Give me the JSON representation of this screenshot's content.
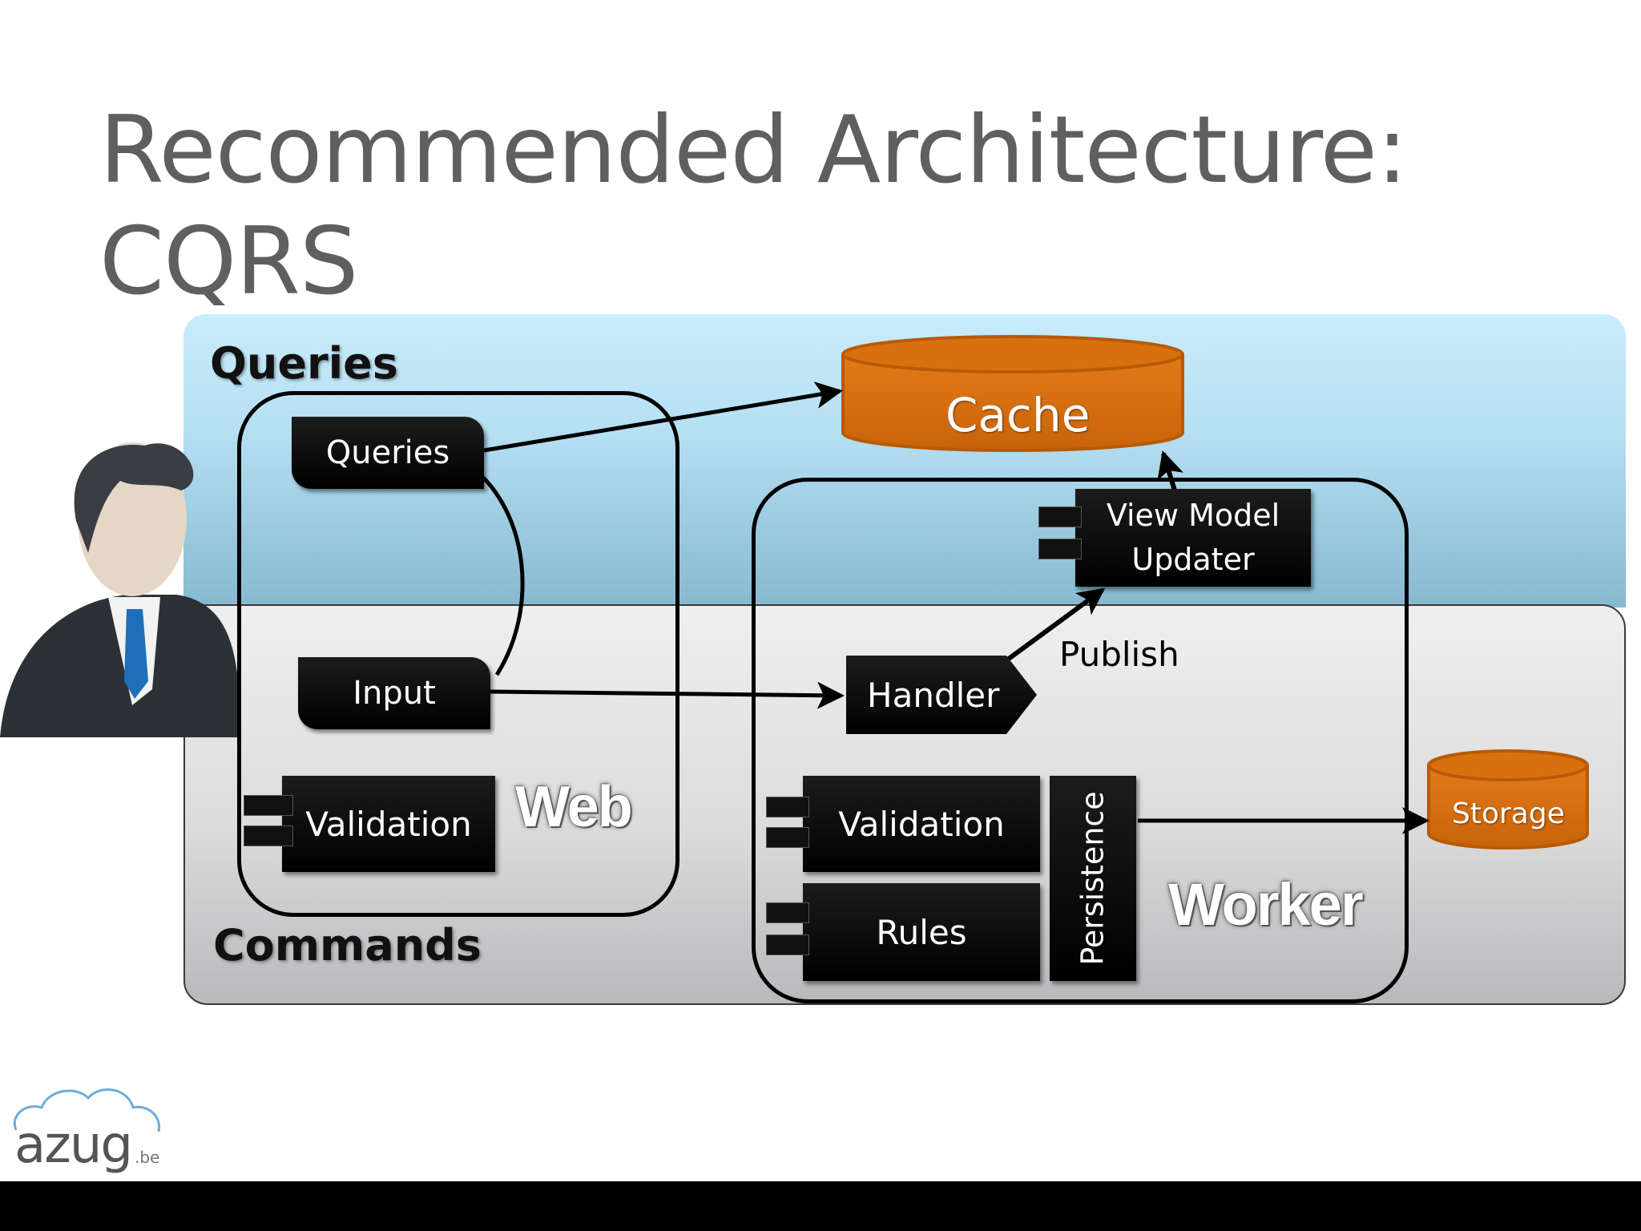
{
  "slide": {
    "title": "Recommended Architecture: CQRS"
  },
  "bands": {
    "queries_label": "Queries",
    "commands_label": "Commands"
  },
  "web": {
    "label": "Web",
    "queries": "Queries",
    "input": "Input",
    "validation": "Validation"
  },
  "worker": {
    "label": "Worker",
    "view_model_updater_line1": "View Model",
    "view_model_updater_line2": "Updater",
    "handler": "Handler",
    "publish": "Publish",
    "validation": "Validation",
    "rules": "Rules",
    "persistence": "Persistence"
  },
  "stores": {
    "cache": "Cache",
    "storage": "Storage"
  },
  "colors": {
    "store_orange": "#d9700e",
    "queries_band": "#b6dff2",
    "commands_band": "#dcdcdc"
  },
  "icons": {
    "user": "businessman-avatar-icon",
    "logo": "cloud-logo-icon"
  },
  "logo": {
    "name": "azug",
    "suffix": ".be"
  }
}
